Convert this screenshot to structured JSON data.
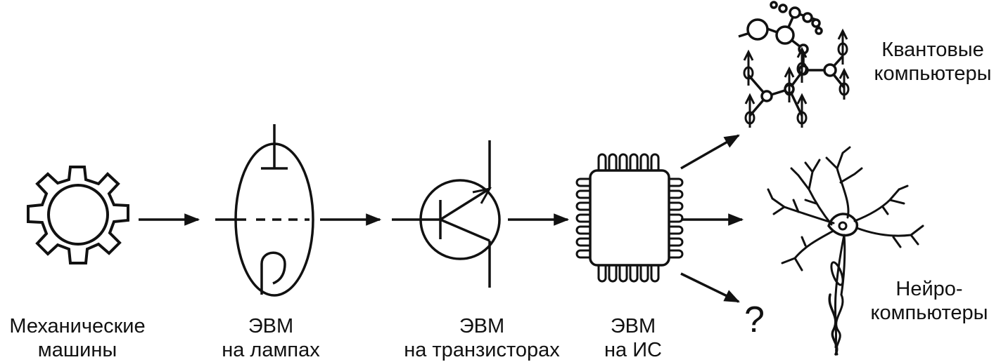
{
  "labels": {
    "mechanical": [
      "Механические",
      "машины"
    ],
    "tubes": [
      "ЭВМ",
      "на лампах"
    ],
    "transistors": [
      "ЭВМ",
      "на транзисторах"
    ],
    "ic": [
      "ЭВМ",
      "на ИС"
    ],
    "quantum": [
      "Квантовые",
      "компьютеры"
    ],
    "neuro": [
      "Нейро-",
      "компьютеры"
    ],
    "unknown": "?"
  },
  "icons": [
    "gear-icon",
    "vacuum-tube-icon",
    "transistor-icon",
    "ic-chip-icon",
    "quantum-network-icon",
    "neuron-icon"
  ],
  "colors": {
    "ink": "#111111",
    "background": "#ffffff"
  }
}
